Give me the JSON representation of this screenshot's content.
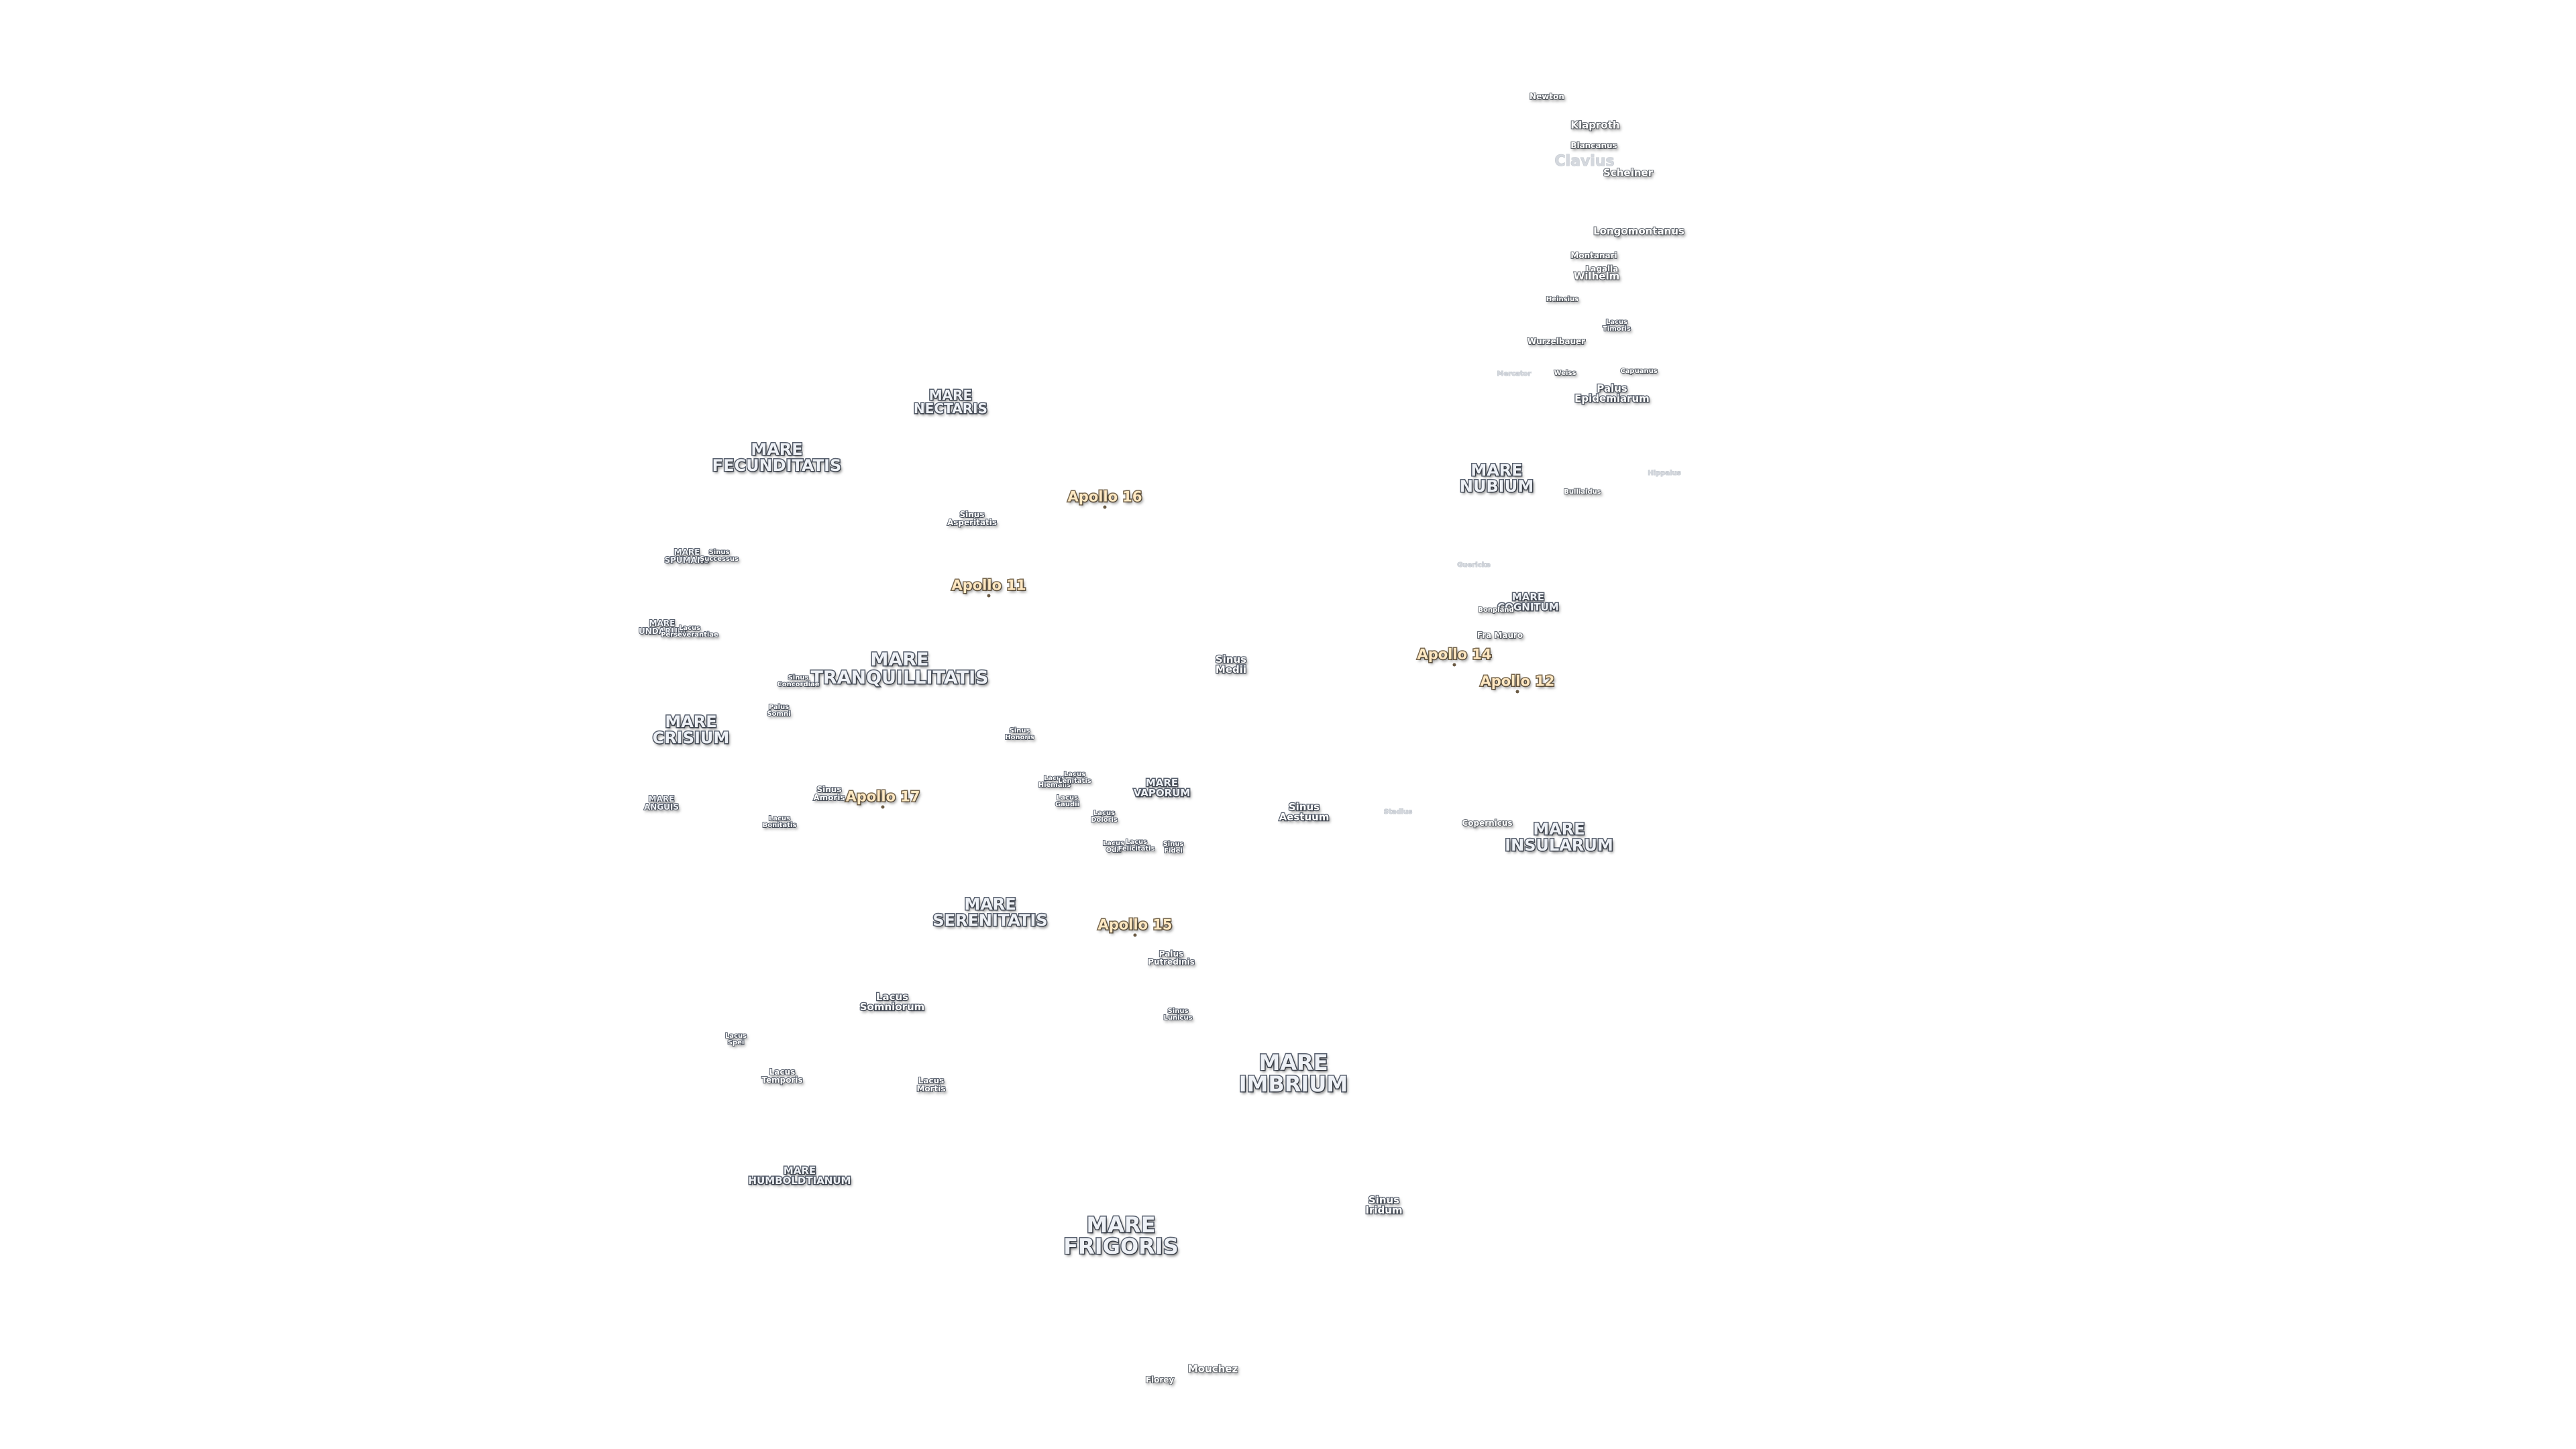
{
  "apollo_sites": [
    {
      "id": "apollo11",
      "label": "Apollo 11"
    },
    {
      "id": "apollo12",
      "label": "Apollo 12"
    },
    {
      "id": "apollo14",
      "label": "Apollo 14"
    },
    {
      "id": "apollo15",
      "label": "Apollo 15"
    },
    {
      "id": "apollo16",
      "label": "Apollo 16"
    },
    {
      "id": "apollo17",
      "label": "Apollo 17"
    }
  ],
  "maria": [
    {
      "id": "frigoris",
      "label": "MARE\nFRIGORIS"
    },
    {
      "id": "imbrium",
      "label": "MARE\nIMBRIUM"
    },
    {
      "id": "serenitatis",
      "label": "MARE\nSERENITATIS"
    },
    {
      "id": "tranquillitatis",
      "label": "MARE\nTRANQUILLITATIS"
    },
    {
      "id": "fecunditatis",
      "label": "MARE\nFECUNDITATIS"
    },
    {
      "id": "crisium",
      "label": "MARE\nCRISIUM"
    },
    {
      "id": "nubium",
      "label": "MARE\nNUBIUM"
    },
    {
      "id": "insularum",
      "label": "MARE\nINSULARUM"
    },
    {
      "id": "nectaris",
      "label": "MARE\nNECTARIS"
    },
    {
      "id": "cognitum",
      "label": "MARE\nCOGNITUM"
    },
    {
      "id": "vaporum",
      "label": "MARE\nVAPORUM"
    },
    {
      "id": "humboldtianum",
      "label": "MARE\nHUMBOLDTIANUM"
    },
    {
      "id": "anguis",
      "label": "MARE\nANGUIS"
    },
    {
      "id": "undarum",
      "label": "MARE\nUNDARUM"
    },
    {
      "id": "spumans",
      "label": "MARE\nSPUMANS"
    }
  ],
  "features": [
    {
      "id": "lacus-somniorum",
      "label": "Lacus\nSomniorum"
    },
    {
      "id": "lacus-temporis",
      "label": "Lacus\nTemporis"
    },
    {
      "id": "lacus-mortis",
      "label": "Lacus\nMortis"
    },
    {
      "id": "lacus-spei",
      "label": "Lacus\nSpei"
    },
    {
      "id": "lacus-bonitatis",
      "label": "Lacus\nBonitatis"
    },
    {
      "id": "lacus-doloris",
      "label": "Lacus\nDoloris"
    },
    {
      "id": "lacus-gaudii",
      "label": "Lacus\nGaudii"
    },
    {
      "id": "lacus-hiemalis",
      "label": "Lacus\nHiemalis"
    },
    {
      "id": "lacus-lenitatis",
      "label": "Lacus\nLenitatis"
    },
    {
      "id": "lacus-odii",
      "label": "Lacus\nOdii"
    },
    {
      "id": "lacus-felicitatis",
      "label": "Lacus\nFelicitatis"
    },
    {
      "id": "lacus-timoris",
      "label": "Lacus\nTimoris"
    },
    {
      "id": "sinus-iridum",
      "label": "Sinus\nIridum"
    },
    {
      "id": "sinus-aestuum",
      "label": "Sinus\nAestuum"
    },
    {
      "id": "sinus-medii",
      "label": "Sinus\nMedii"
    },
    {
      "id": "sinus-amoris",
      "label": "Sinus\nAmoris"
    },
    {
      "id": "sinus-concordiae",
      "label": "Sinus\nConcordiae"
    },
    {
      "id": "sinus-asperitatis",
      "label": "Sinus\nAsperitatis"
    },
    {
      "id": "sinus-honoris",
      "label": "Sinus\nHonoris"
    },
    {
      "id": "sinus-lunicus",
      "label": "Sinus\nLunicus"
    },
    {
      "id": "sinus-fidei",
      "label": "Sinus\nFidei"
    },
    {
      "id": "sinus-successus",
      "label": "Sinus\nSuccessus"
    },
    {
      "id": "palus-putredinis",
      "label": "Palus\nPutredinis"
    },
    {
      "id": "palus-somni",
      "label": "Palus\nSomni"
    },
    {
      "id": "palus-epidemiarum",
      "label": "Palus\nEpidemiarum"
    },
    {
      "id": "lacus-perseverantiae",
      "label": "Lacus\nPerseverantiae"
    }
  ],
  "craters": [
    {
      "id": "newton",
      "label": "Newton"
    },
    {
      "id": "klaproth",
      "label": "Klaproth"
    },
    {
      "id": "blancanus",
      "label": "Blancanus"
    },
    {
      "id": "clavius",
      "label": "Clavius"
    },
    {
      "id": "scheiner",
      "label": "Scheiner"
    },
    {
      "id": "longomontanus",
      "label": "Longomontanus"
    },
    {
      "id": "montanari",
      "label": "Montanari"
    },
    {
      "id": "lagalla",
      "label": "Lagalla"
    },
    {
      "id": "wilhelm",
      "label": "Wilhelm"
    },
    {
      "id": "heinsius",
      "label": "Heinsius"
    },
    {
      "id": "wurzelbauer",
      "label": "Wurzelbauer"
    },
    {
      "id": "weiss",
      "label": "Weiss"
    },
    {
      "id": "capuanus",
      "label": "Capuanus"
    },
    {
      "id": "mercator",
      "label": "Mercator"
    },
    {
      "id": "hippalus",
      "label": "Hippalus"
    },
    {
      "id": "bullialdus",
      "label": "Bullialdus"
    },
    {
      "id": "guericke",
      "label": "Guericke"
    },
    {
      "id": "bonpland",
      "label": "Bonpland"
    },
    {
      "id": "fra-mauro",
      "label": "Fra Mauro"
    },
    {
      "id": "stadius",
      "label": "Stadius"
    },
    {
      "id": "copernicus",
      "label": "Copernicus"
    },
    {
      "id": "mouchez",
      "label": "Mouchez"
    },
    {
      "id": "florey",
      "label": "Florey"
    }
  ]
}
